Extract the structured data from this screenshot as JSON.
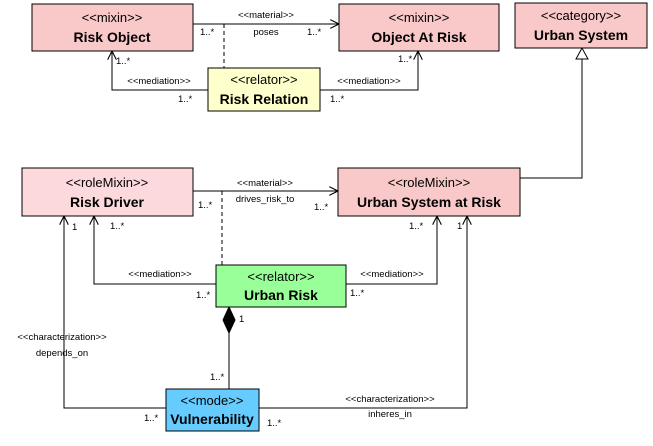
{
  "classes": {
    "risk_object": {
      "stereotype": "<<mixin>>",
      "name": "Risk Object",
      "fill": "#f9c8c8"
    },
    "object_at_risk": {
      "stereotype": "<<mixin>>",
      "name": "Object At Risk",
      "fill": "#f9c8c8"
    },
    "urban_system": {
      "stereotype": "<<category>>",
      "name": "Urban System",
      "fill": "#f9c8c8"
    },
    "risk_relation": {
      "stereotype": "<<relator>>",
      "name": "Risk Relation",
      "fill": "#ffffcc"
    },
    "risk_driver": {
      "stereotype": "<<roleMixin>>",
      "name": "Risk Driver",
      "fill": "#fcd9dc"
    },
    "urban_system_at_risk": {
      "stereotype": "<<roleMixin>>",
      "name": "Urban System at Risk",
      "fill": "#f9c8c8"
    },
    "urban_risk": {
      "stereotype": "<<relator>>",
      "name": "Urban Risk",
      "fill": "#99ff99"
    },
    "vulnerability": {
      "stereotype": "<<mode>>",
      "name": "Vulnerability",
      "fill": "#66ccff"
    }
  },
  "associations": {
    "poses": {
      "stereotype": "<<material>>",
      "name": "poses",
      "source_mult": "1..*",
      "target_mult": "1..*"
    },
    "mediation_ro": {
      "stereotype": "<<mediation>>",
      "source_mult": "1..*",
      "target_mult": "1..*"
    },
    "mediation_oar": {
      "stereotype": "<<mediation>>",
      "source_mult": "1..*",
      "target_mult": "1..*"
    },
    "drives_risk_to": {
      "stereotype": "<<material>>",
      "name": "drives_risk_to",
      "source_mult": "1..*",
      "target_mult": "1..*"
    },
    "mediation_rd": {
      "stereotype": "<<mediation>>",
      "source_mult": "1..*",
      "target_mult": "1..*"
    },
    "mediation_usar": {
      "stereotype": "<<mediation>>",
      "source_mult": "1..*",
      "target_mult": "1..*"
    },
    "depends_on": {
      "stereotype": "<<characterization>>",
      "name": "depends_on",
      "source_mult": "1",
      "target_mult": "1..*"
    },
    "inheres_in": {
      "stereotype": "<<characterization>>",
      "name": "inheres_in",
      "source_mult": "1",
      "target_mult": "1..*"
    },
    "composition": {
      "whole_mult": "1",
      "part_mult": "1..*"
    }
  }
}
